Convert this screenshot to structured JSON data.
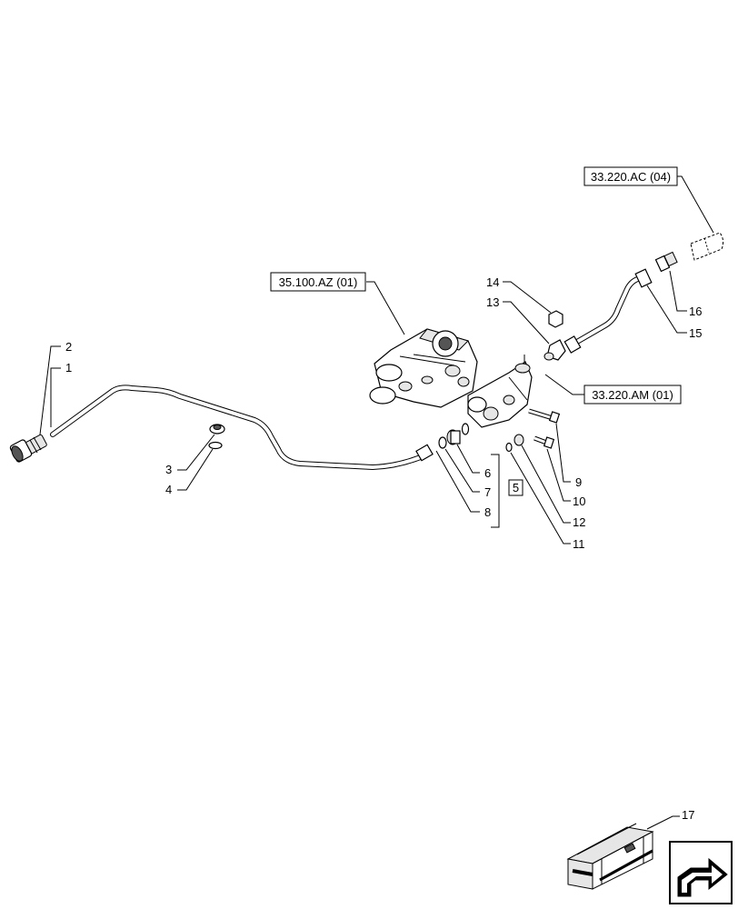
{
  "references": {
    "ref_35_100": "35.100.AZ (01)",
    "ref_33_220_ac": "33.220.AC (04)",
    "ref_33_220_am": "33.220.AM (01)"
  },
  "callouts": {
    "n1": "1",
    "n2": "2",
    "n3": "3",
    "n4": "4",
    "n5": "5",
    "n6": "6",
    "n7": "7",
    "n8": "8",
    "n9": "9",
    "n10": "10",
    "n11": "11",
    "n12": "12",
    "n13": "13",
    "n14": "14",
    "n15": "15",
    "n16": "16",
    "n17": "17"
  },
  "icons": {
    "kit_box": "kit-box-icon",
    "next_page": "next-page-arrow-icon"
  }
}
